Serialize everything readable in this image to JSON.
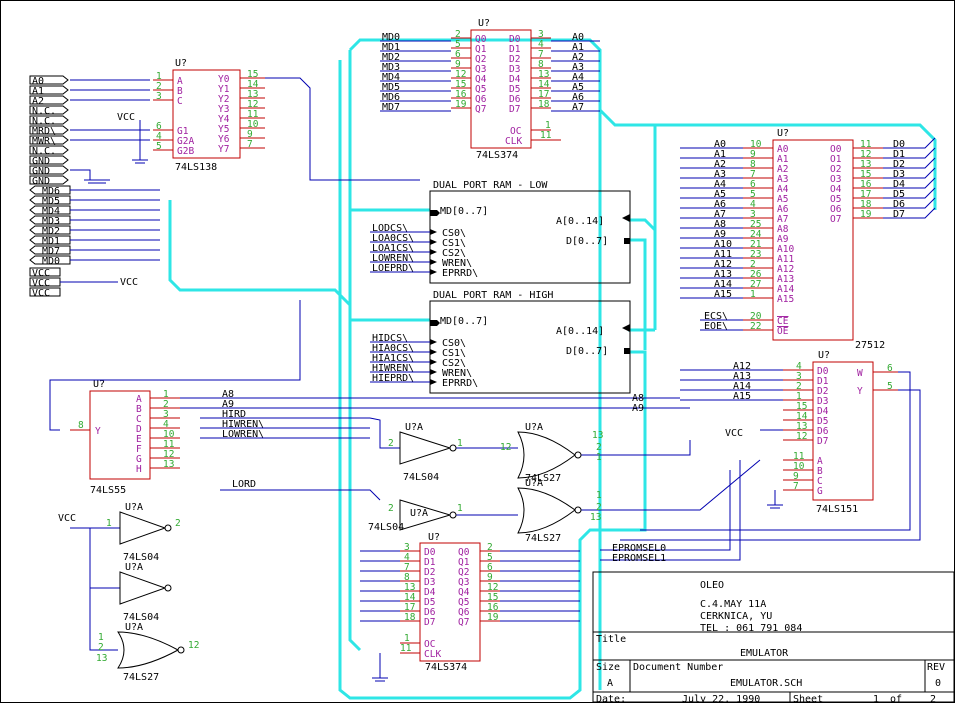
{
  "title_block": {
    "company": "OLEO",
    "address1": "C.4.MAY 11A",
    "address2": "CERKNICA, YU",
    "phone": "TEL : 061 791 084",
    "title_label": "Title",
    "title": "EMULATOR",
    "size_label": "Size",
    "size": "A",
    "docnum_label": "Document Number",
    "docnum": "EMULATOR.SCH",
    "rev_label": "REV",
    "rev": "0",
    "date_label": "Date:",
    "date": "July 22, 1990",
    "sheet_label": "Sheet",
    "sheet": "1",
    "of_label": "of",
    "total": "2"
  },
  "ref": "U?",
  "ref_a": "U?A",
  "parts": {
    "ls138": "74LS138",
    "ls374": "74LS374",
    "ls55": "74LS55",
    "ls04": "74LS04",
    "ls27": "74LS27",
    "ls151": "74LS151",
    "eprom": "27512"
  },
  "ram": {
    "low": "DUAL PORT RAM - LOW",
    "high": "DUAL PORT RAM - HIGH",
    "md_bus": "MD[0..7]",
    "a_bus": "A[0..14]",
    "d_bus": "D[0..7]",
    "low_pins": [
      "CS0\\",
      "CS1\\",
      "CS2\\",
      "WREN\\",
      "EPRRD\\"
    ],
    "high_pins": [
      "CS0\\",
      "CS1\\",
      "CS2\\",
      "WREN\\",
      "EPRRD\\"
    ],
    "low_nets": [
      "LODCS\\",
      "LOA0CS\\",
      "LOA1CS\\",
      "LOWREN\\",
      "LOEPRD\\"
    ],
    "high_nets": [
      "HIDCS\\",
      "HIA0CS\\",
      "HIA1CS\\",
      "HIWREN\\",
      "HIEPRD\\"
    ]
  },
  "ports_left": [
    "A0",
    "A1",
    "A2",
    "N.C.",
    "N.C.",
    "MRD\\",
    "MWR\\",
    "N.C.",
    "GND",
    "GND",
    "GND"
  ],
  "ports_md": [
    "MD6",
    "MD5",
    "MD4",
    "MD3",
    "MD2",
    "MD1",
    "MD7",
    "MD0"
  ],
  "ports_vcc": [
    "VCC",
    "VCC",
    "VCC"
  ],
  "vcc": "VCC",
  "md_nets": [
    "MD0",
    "MD1",
    "MD2",
    "MD3",
    "MD4",
    "MD5",
    "MD6",
    "MD7"
  ],
  "a_nets": [
    "A0",
    "A1",
    "A2",
    "A3",
    "A4",
    "A5",
    "A6",
    "A7"
  ],
  "ls138_in": [
    "A",
    "B",
    "C"
  ],
  "ls138_in_pins": [
    "1",
    "2",
    "3"
  ],
  "ls138_g": [
    "G1",
    "G2A",
    "G2B"
  ],
  "ls138_g_pins": [
    "6",
    "4",
    "5"
  ],
  "ls138_out": [
    "Y0",
    "Y1",
    "Y2",
    "Y3",
    "Y4",
    "Y5",
    "Y6",
    "Y7"
  ],
  "ls138_out_pins": [
    "15",
    "14",
    "13",
    "12",
    "11",
    "10",
    "9",
    "7"
  ],
  "ls374_d": [
    "D0",
    "D1",
    "D2",
    "D3",
    "D4",
    "D5",
    "D6",
    "D7"
  ],
  "ls374_q": [
    "Q0",
    "Q1",
    "Q2",
    "Q3",
    "Q4",
    "Q5",
    "Q6",
    "Q7"
  ],
  "ls374_d_pins": [
    "3",
    "4",
    "7",
    "8",
    "13",
    "14",
    "17",
    "18"
  ],
  "ls374_q_pins": [
    "2",
    "5",
    "6",
    "9",
    "12",
    "15",
    "16",
    "19"
  ],
  "oc": "OC",
  "clk": "CLK",
  "oc_pin": "1",
  "clk_pin": "11",
  "eprom_a": [
    "A0",
    "A1",
    "A2",
    "A3",
    "A4",
    "A5",
    "A6",
    "A7",
    "A8",
    "A9",
    "A10",
    "A11",
    "A12",
    "A13",
    "A14",
    "A15"
  ],
  "eprom_a_pins": [
    "10",
    "9",
    "8",
    "7",
    "6",
    "5",
    "4",
    "3",
    "25",
    "24",
    "21",
    "23",
    "2",
    "26",
    "27",
    "1"
  ],
  "eprom_o": [
    "O0",
    "O1",
    "O2",
    "O3",
    "O4",
    "O5",
    "O6",
    "O7"
  ],
  "eprom_o_pins": [
    "11",
    "12",
    "13",
    "15",
    "16",
    "17",
    "18",
    "19"
  ],
  "eprom_d_nets": [
    "D0",
    "D1",
    "D2",
    "D3",
    "D4",
    "D5",
    "D6",
    "D7"
  ],
  "eprom_a_nets": [
    "A0",
    "A1",
    "A2",
    "A3",
    "A4",
    "A5",
    "A6",
    "A7",
    "A8",
    "A9",
    "A10",
    "A11",
    "A12",
    "A13",
    "A14",
    "A15"
  ],
  "eprom_ctl": [
    "CE",
    "OE"
  ],
  "eprom_ctl_pins": [
    "20",
    "22"
  ],
  "eprom_ctl_nets": [
    "ECS\\",
    "EOE\\"
  ],
  "ls55_in": [
    "A",
    "B",
    "C",
    "D",
    "E",
    "F",
    "G",
    "H"
  ],
  "ls55_in_pins": [
    "1",
    "2",
    "3",
    "4",
    "10",
    "11",
    "12",
    "13"
  ],
  "ls55_out": "Y",
  "ls55_out_pin": "8",
  "ls55_nets": [
    "A8",
    "A9",
    "HIRD",
    "HIWREN\\",
    "LOWREN\\",
    "LORD"
  ],
  "ls151_in": [
    "D0",
    "D1",
    "D2",
    "D3",
    "D4",
    "D5",
    "D6",
    "D7"
  ],
  "ls151_in_pins": [
    "4",
    "3",
    "2",
    "1",
    "15",
    "14",
    "13",
    "12"
  ],
  "ls151_sel": [
    "A",
    "B",
    "C",
    "G"
  ],
  "ls151_sel_pins": [
    "11",
    "10",
    "9",
    "7"
  ],
  "ls151_out": [
    "W",
    "Y"
  ],
  "ls151_out_pins": [
    "6",
    "5"
  ],
  "ls151_nets": [
    "A12",
    "A13",
    "A14",
    "A15"
  ],
  "eprom_sel": [
    "EPROMSEL0",
    "EPROMSEL1"
  ],
  "right_a8a9": [
    "A8",
    "A9"
  ],
  "gate_pins": {
    "inv_in": "2",
    "inv_out": "1",
    "nor_in": [
      "13",
      "2",
      "1"
    ],
    "nor_out": "12",
    "nor2_in": [
      "1",
      "2",
      "13"
    ],
    "inv2_in": "2",
    "inv2_out": "1",
    "sp_inv_in": "1",
    "sp_inv_out": "2",
    "sp_nor_in": [
      "1",
      "2",
      "13"
    ],
    "sp_nor_out": "12"
  }
}
